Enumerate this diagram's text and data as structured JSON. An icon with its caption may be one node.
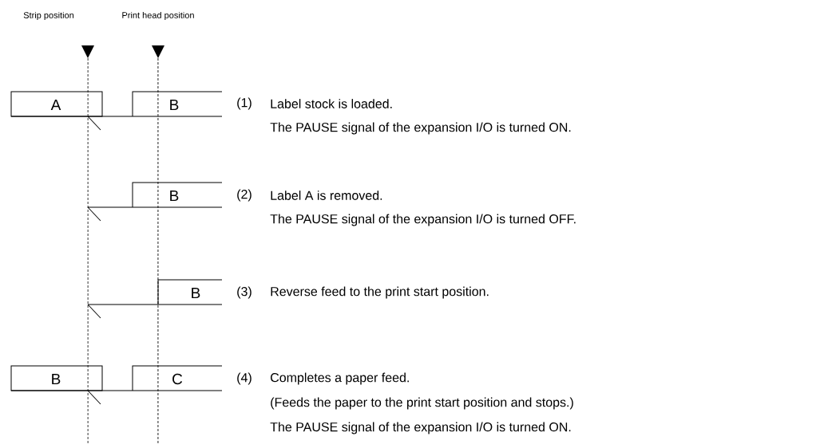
{
  "diagram": {
    "nodes": [
      {
        "text": [
          "A"
        ]
      },
      {
        "text": [
          "B"
        ]
      },
      {
        "text": [
          "B"
        ]
      },
      {
        "text": [
          "B"
        ]
      },
      {
        "text": [
          "B"
        ]
      },
      {
        "text": [
          "C"
        ]
      }
    ],
    "labels": [
      "Strip position",
      "Print head position",
      "(1)",
      "Label stock is loaded.",
      "The PAUSE signal of the expansion I/O is turned ON.",
      "(2)",
      "Label A is removed.",
      "The PAUSE signal of the expansion I/O is turned OFF.",
      "(3)",
      "Reverse feed to the print start position.",
      "(4)",
      "Completes a paper feed.",
      "(Feeds the paper to the print start position and stops.)",
      "The PAUSE signal of the expansion I/O is turned ON."
    ]
  }
}
